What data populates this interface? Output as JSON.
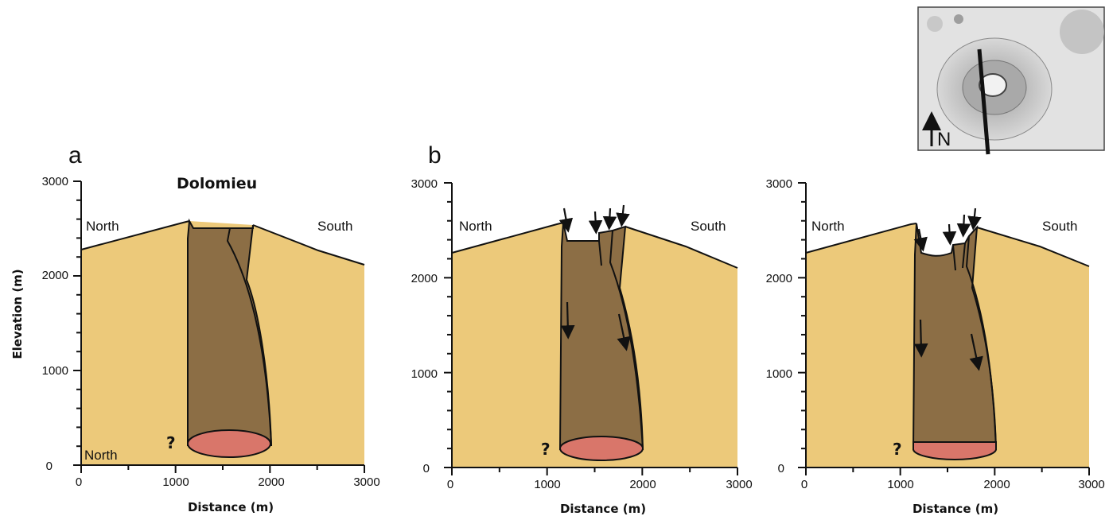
{
  "panels": {
    "a": {
      "letter": "a",
      "title": "Dolomieu",
      "left_label": "North",
      "right_label": "South",
      "bottom_label": "North",
      "question": "?",
      "ylabel": "Elevation (m)",
      "xlabel": "Distance (m)",
      "yticks": [
        "0",
        "1000",
        "2000",
        "3000"
      ],
      "xticks": [
        "0",
        "1000",
        "2000",
        "3000"
      ]
    },
    "b1": {
      "letter": "b",
      "left_label": "North",
      "right_label": "South",
      "question": "?",
      "xlabel": "Distance (m)",
      "yticks": [
        "0",
        "1000",
        "2000",
        "3000"
      ],
      "xticks": [
        "0",
        "1000",
        "2000",
        "3000"
      ]
    },
    "b2": {
      "left_label": "North",
      "right_label": "South",
      "question": "?",
      "xlabel": "Distance (m)",
      "yticks": [
        "0",
        "1000",
        "2000",
        "3000"
      ],
      "xticks": [
        "0",
        "1000",
        "2000",
        "3000"
      ]
    }
  },
  "inset": {
    "north_label": "N"
  },
  "colors": {
    "host_rock": "#ecc97a",
    "conduit": "#8c6e45",
    "magma": "#d9766a",
    "line": "#111111"
  }
}
